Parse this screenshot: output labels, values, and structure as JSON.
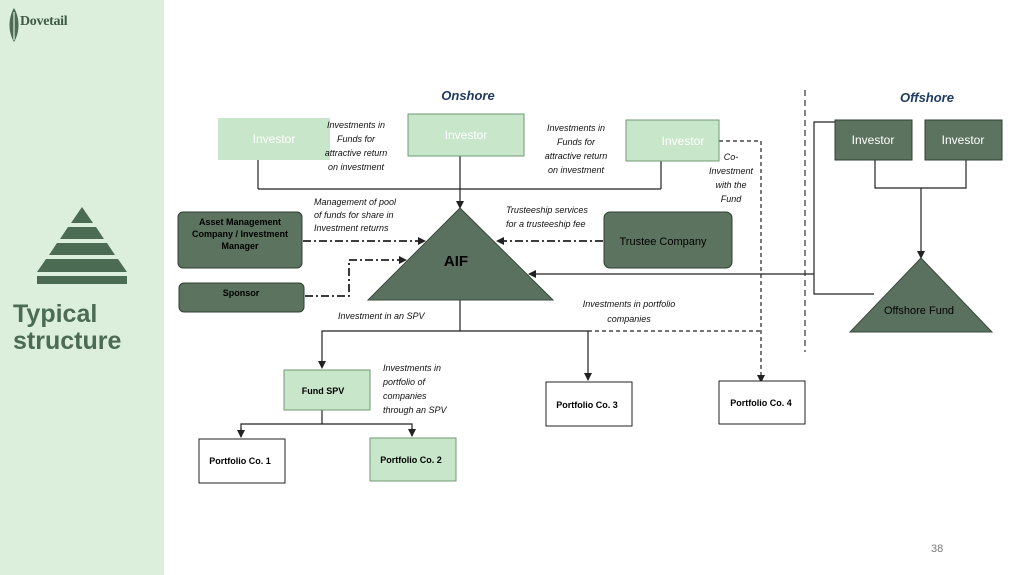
{
  "brand": {
    "logo_text": "Dovetail"
  },
  "sidebar": {
    "title_line1": "Typical",
    "title_line2": "structure"
  },
  "page_number": "38",
  "diagram": {
    "onshore_heading": "Onshore",
    "offshore_heading": "Offshore",
    "investor_label": "Investor",
    "aif_label": "AIF",
    "amc_lines": [
      "Asset Management",
      "Company / Investment",
      "Manager"
    ],
    "sponsor_label": "Sponsor",
    "trustee_label": "Trustee Company",
    "offshore_fund_label": "Offshore Fund",
    "fund_spv_label": "Fund SPV",
    "portfolio_1": "Portfolio Co. 1",
    "portfolio_2": "Portfolio Co. 2",
    "portfolio_3": "Portfolio Co. 3",
    "portfolio_4": "Portfolio Co. 4",
    "note_investments_left": [
      "Investments in",
      "Funds for",
      "attractive return",
      "on investment"
    ],
    "note_investments_right": [
      "Investments in",
      "Funds for",
      "attractive return",
      "on investment"
    ],
    "note_coinvestment": [
      "Co-",
      "Investment",
      "with the",
      "Fund"
    ],
    "note_management": [
      "Management of pool",
      "of funds for share in",
      "Investment returns"
    ],
    "note_trusteeship": [
      "Trusteeship services",
      "for a trusteeship fee"
    ],
    "note_spv": "Investment in an SPV",
    "note_portfolio": [
      "Investments in  portfolio",
      "companies"
    ],
    "note_through_spv": [
      "Investments in",
      "portfolio of",
      "companies",
      "through an SPV"
    ],
    "colors": {
      "light_box": "#c8e6c9",
      "dark_box": "#5b735f",
      "triangle": "#5b7160"
    }
  }
}
